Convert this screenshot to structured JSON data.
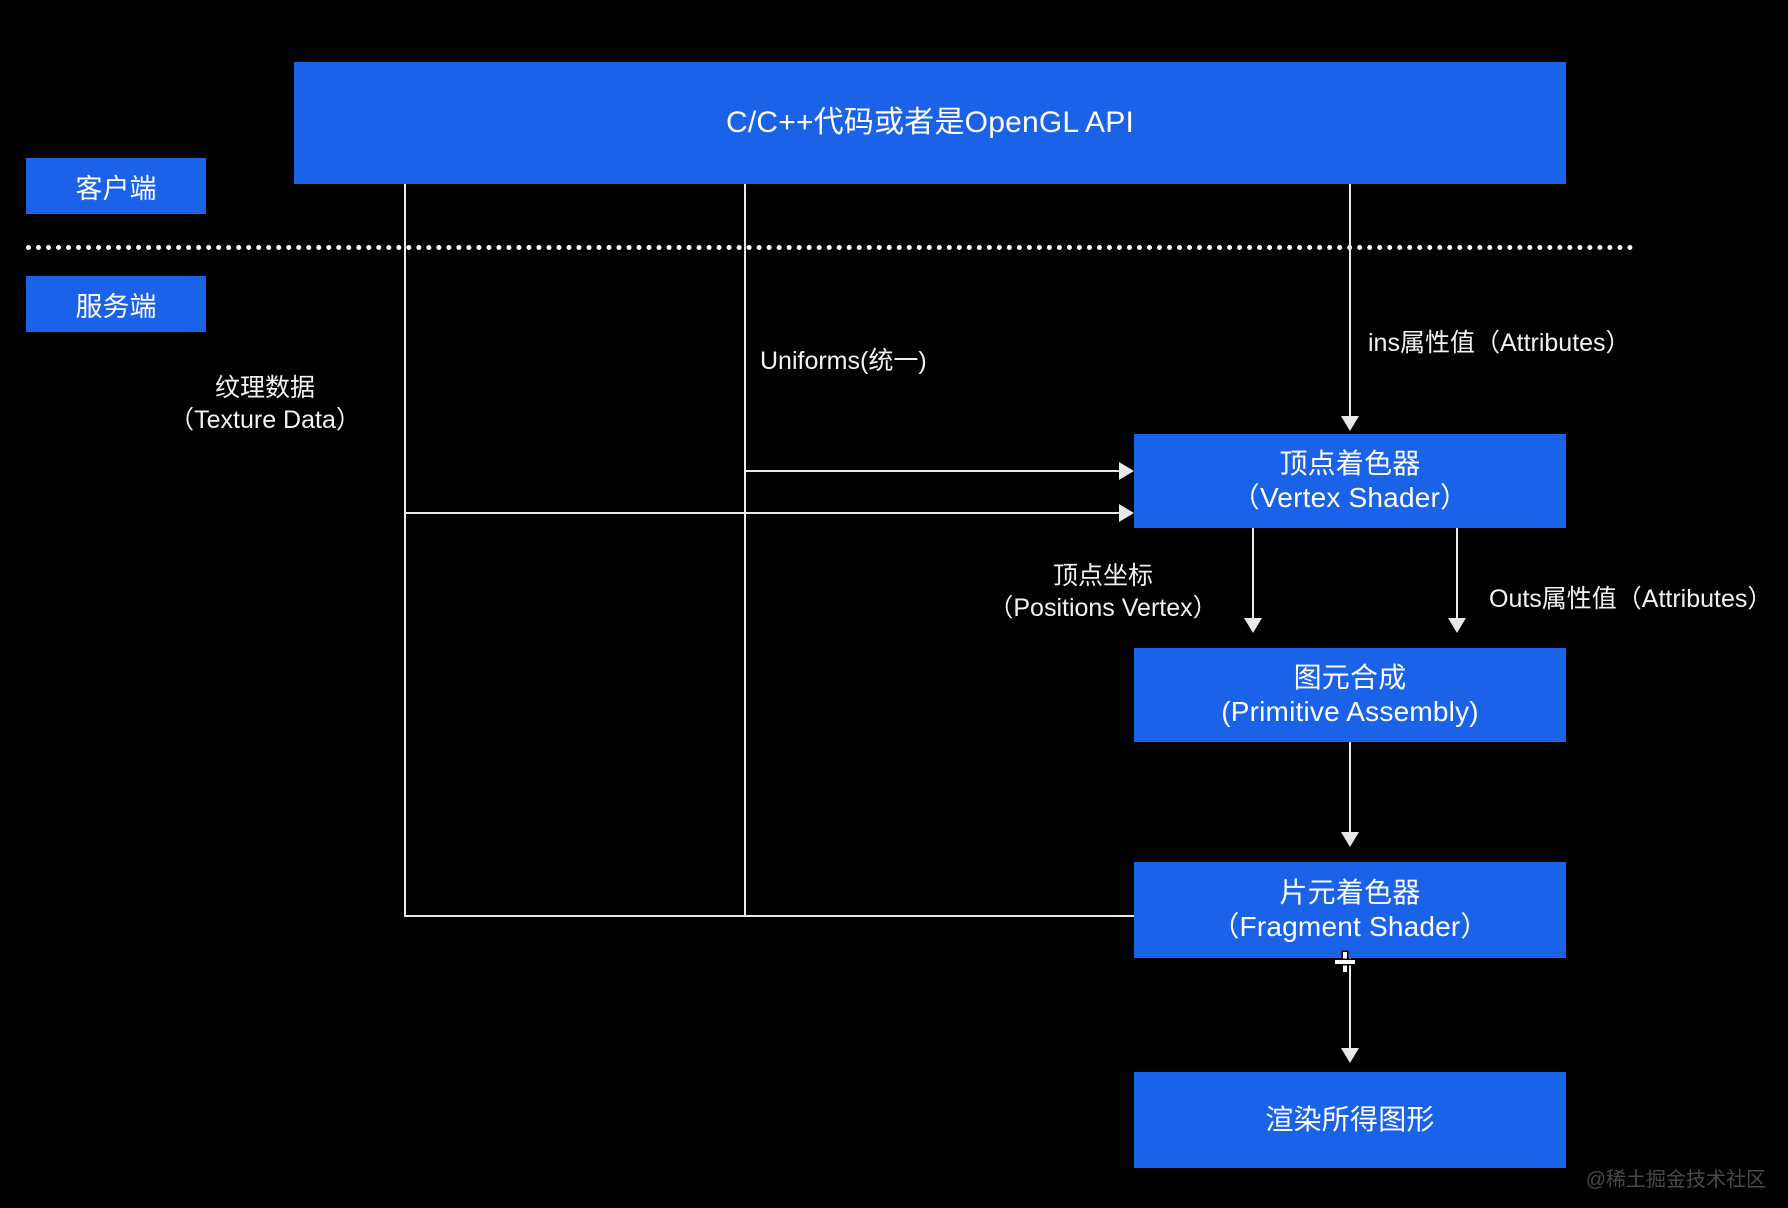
{
  "diagram": {
    "title_block": {
      "label": "C/C++代码或者是OpenGL API"
    },
    "badges": [
      {
        "id": "client",
        "label": "客户端"
      },
      {
        "id": "server",
        "label": "服务端"
      }
    ],
    "blocks": [
      {
        "id": "vertex-shader",
        "cn": "顶点着色器",
        "en": "（Vertex Shader）"
      },
      {
        "id": "primitive-assembly",
        "cn": "图元合成",
        "en": "(Primitive Assembly)"
      },
      {
        "id": "fragment-shader",
        "cn": "片元着色器",
        "en": "（Fragment Shader）"
      },
      {
        "id": "rendered-graphic",
        "cn": "渲染所得图形",
        "en": ""
      }
    ],
    "edge_labels": {
      "texture_cn": "纹理数据",
      "texture_en": "（Texture Data）",
      "uniforms": "Uniforms(统一)",
      "ins_attributes": "ins属性值（Attributes）",
      "positions_cn": "顶点坐标",
      "positions_en": "（Positions Vertex）",
      "outs_attributes": "Outs属性值（Attributes）"
    },
    "watermark": "@稀土掘金技术社区",
    "colors": {
      "background": "#000000",
      "block_blue": "#1a62e8",
      "line": "#e8e8e8",
      "text": "#ffffff",
      "watermark": "#4a4a4a"
    }
  }
}
